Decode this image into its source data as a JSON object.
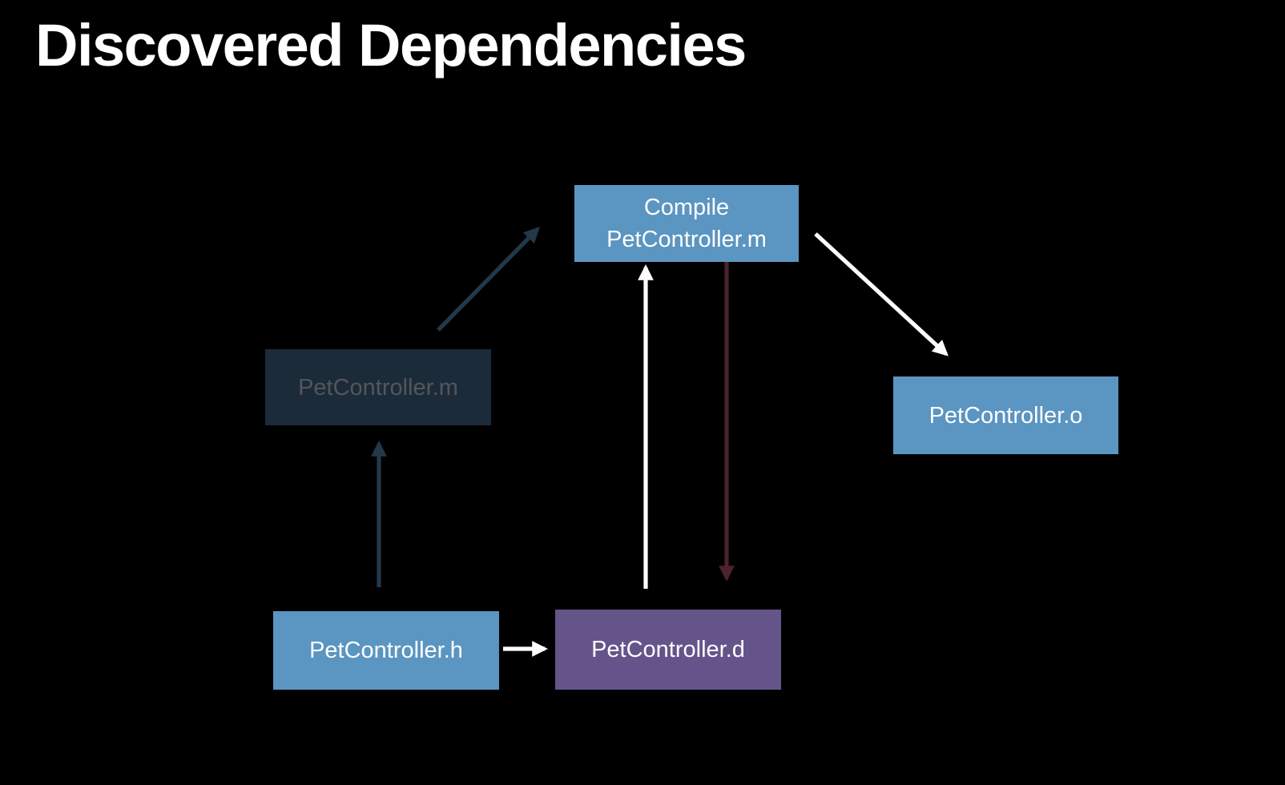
{
  "title": "Discovered Dependencies",
  "colors": {
    "background": "#000000",
    "title_text": "#ffffff",
    "node_blue": "#5b95c1",
    "node_purple": "#65548a",
    "node_text": "#ffffff",
    "node_dimmed_bg": "#1c2b39",
    "node_dimmed_text": "#54565c",
    "arrow_dark_blue": "#233849",
    "arrow_dark_red": "#4b232b",
    "arrow_white": "#fdfdfd"
  },
  "nodes": {
    "compile": {
      "line1": "Compile",
      "line2": "PetController.m",
      "state": "highlighted"
    },
    "source_m": {
      "label": "PetController.m",
      "state": "dimmed"
    },
    "object_o": {
      "label": "PetController.o",
      "state": "highlighted"
    },
    "header_h": {
      "label": "PetController.h",
      "state": "highlighted"
    },
    "deps_d": {
      "label": "PetController.d",
      "state": "highlighted"
    }
  },
  "edges": [
    {
      "from": "PetController.m",
      "to": "Compile PetController.m",
      "color": "arrow_dark_blue"
    },
    {
      "from": "PetController.h",
      "to": "PetController.m",
      "color": "arrow_dark_blue"
    },
    {
      "from": "PetController.d",
      "to": "Compile PetController.m",
      "color": "arrow_white"
    },
    {
      "from": "Compile PetController.m",
      "to": "PetController.d",
      "color": "arrow_dark_red"
    },
    {
      "from": "Compile PetController.m",
      "to": "PetController.o",
      "color": "arrow_white"
    },
    {
      "from": "PetController.h",
      "to": "PetController.d",
      "color": "arrow_white"
    }
  ]
}
